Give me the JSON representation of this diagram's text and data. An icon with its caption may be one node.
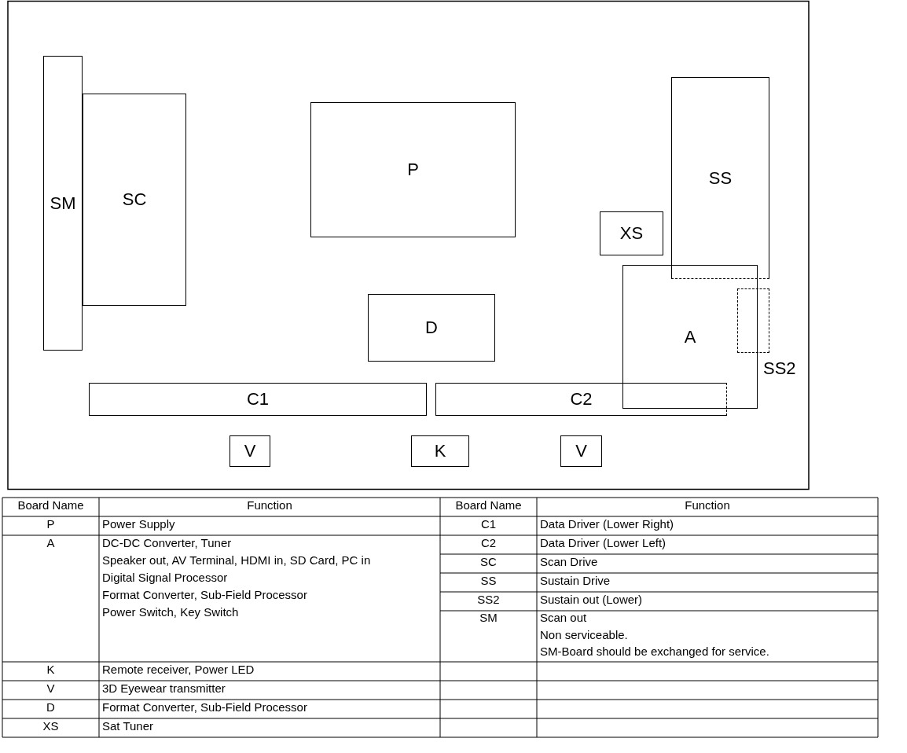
{
  "diagram": {
    "nodes": [
      {
        "text": [
          "SM"
        ]
      },
      {
        "text": [
          "SC"
        ]
      },
      {
        "text": [
          "P"
        ]
      },
      {
        "text": [
          "SS"
        ]
      },
      {
        "text": [
          "XS"
        ]
      },
      {
        "text": [
          "A"
        ]
      },
      {
        "text": [
          "SS2"
        ]
      },
      {
        "text": [
          "D"
        ]
      },
      {
        "text": [
          "C1"
        ]
      },
      {
        "text": [
          "C2"
        ]
      },
      {
        "text": [
          "V"
        ]
      },
      {
        "text": [
          "K"
        ]
      },
      {
        "text": [
          "V"
        ]
      }
    ],
    "edges": [],
    "labels": [
      "Board Name",
      "Function",
      "Board Name",
      "Function",
      "P",
      "Power Supply",
      "C1",
      "Data Driver (Lower Right)",
      "A",
      "DC-DC Converter, Tuner",
      "Speaker out, AV Terminal, HDMI in, SD Card, PC in",
      "Digital Signal Processor",
      "Format Converter, Sub-Field Processor",
      "Power Switch, Key Switch",
      "C2",
      "Data Driver (Lower Left)",
      "SC",
      "Scan Drive",
      "SS",
      "Sustain Drive",
      "SS2",
      "Sustain out (Lower)",
      "SM",
      "Scan out",
      "Non serviceable.",
      "SM-Board should be exchanged for service.",
      "K",
      "Remote receiver, Power LED",
      "V",
      "3D Eyewear transmitter",
      "D",
      "Format Converter, Sub-Field Processor",
      "XS",
      "Sat Tuner"
    ]
  }
}
